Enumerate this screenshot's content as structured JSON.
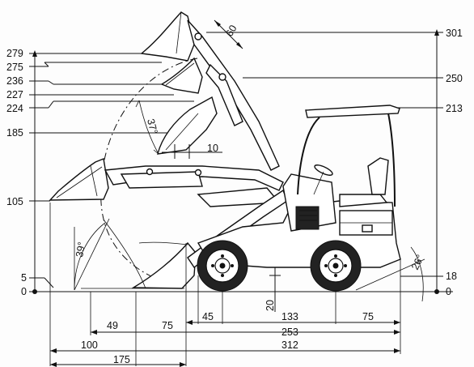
{
  "left_heights": [
    "279",
    "275",
    "236",
    "227",
    "224",
    "185",
    "105",
    "5",
    "0"
  ],
  "right_heights": [
    "301",
    "250",
    "213",
    "18",
    "0"
  ],
  "bottom_dims": {
    "d49": "49",
    "d75a": "75",
    "d45": "45",
    "d133": "133",
    "d75b": "75",
    "d253": "253",
    "d100": "100",
    "d312": "312",
    "d175": "175"
  },
  "other_dims": {
    "d60": "60",
    "d10": "10",
    "d20": "20"
  },
  "angles": {
    "a37": "37°",
    "a39": "39°",
    "a26": "26°"
  }
}
